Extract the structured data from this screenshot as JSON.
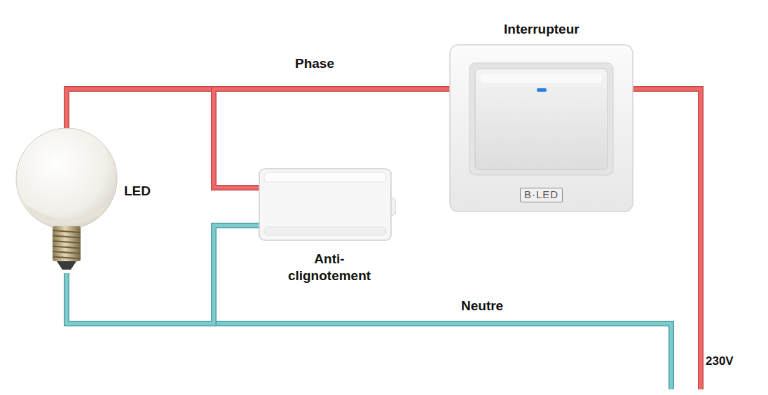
{
  "diagram": {
    "nodes": [
      {
        "text": [
          "LED"
        ]
      },
      {
        "text": [
          "Anti- clignotement"
        ]
      },
      {
        "text": [
          "Interrupteur",
          "B·LED"
        ]
      }
    ],
    "edges": [
      {
        "from": 0,
        "to": 2,
        "arrow": "none",
        "label": "Phase"
      },
      {
        "from": 1,
        "to": 2,
        "arrow": "none"
      },
      {
        "from": 1,
        "to": 0,
        "arrow": "none"
      }
    ],
    "labels": [
      "Neutre",
      "230V"
    ]
  }
}
